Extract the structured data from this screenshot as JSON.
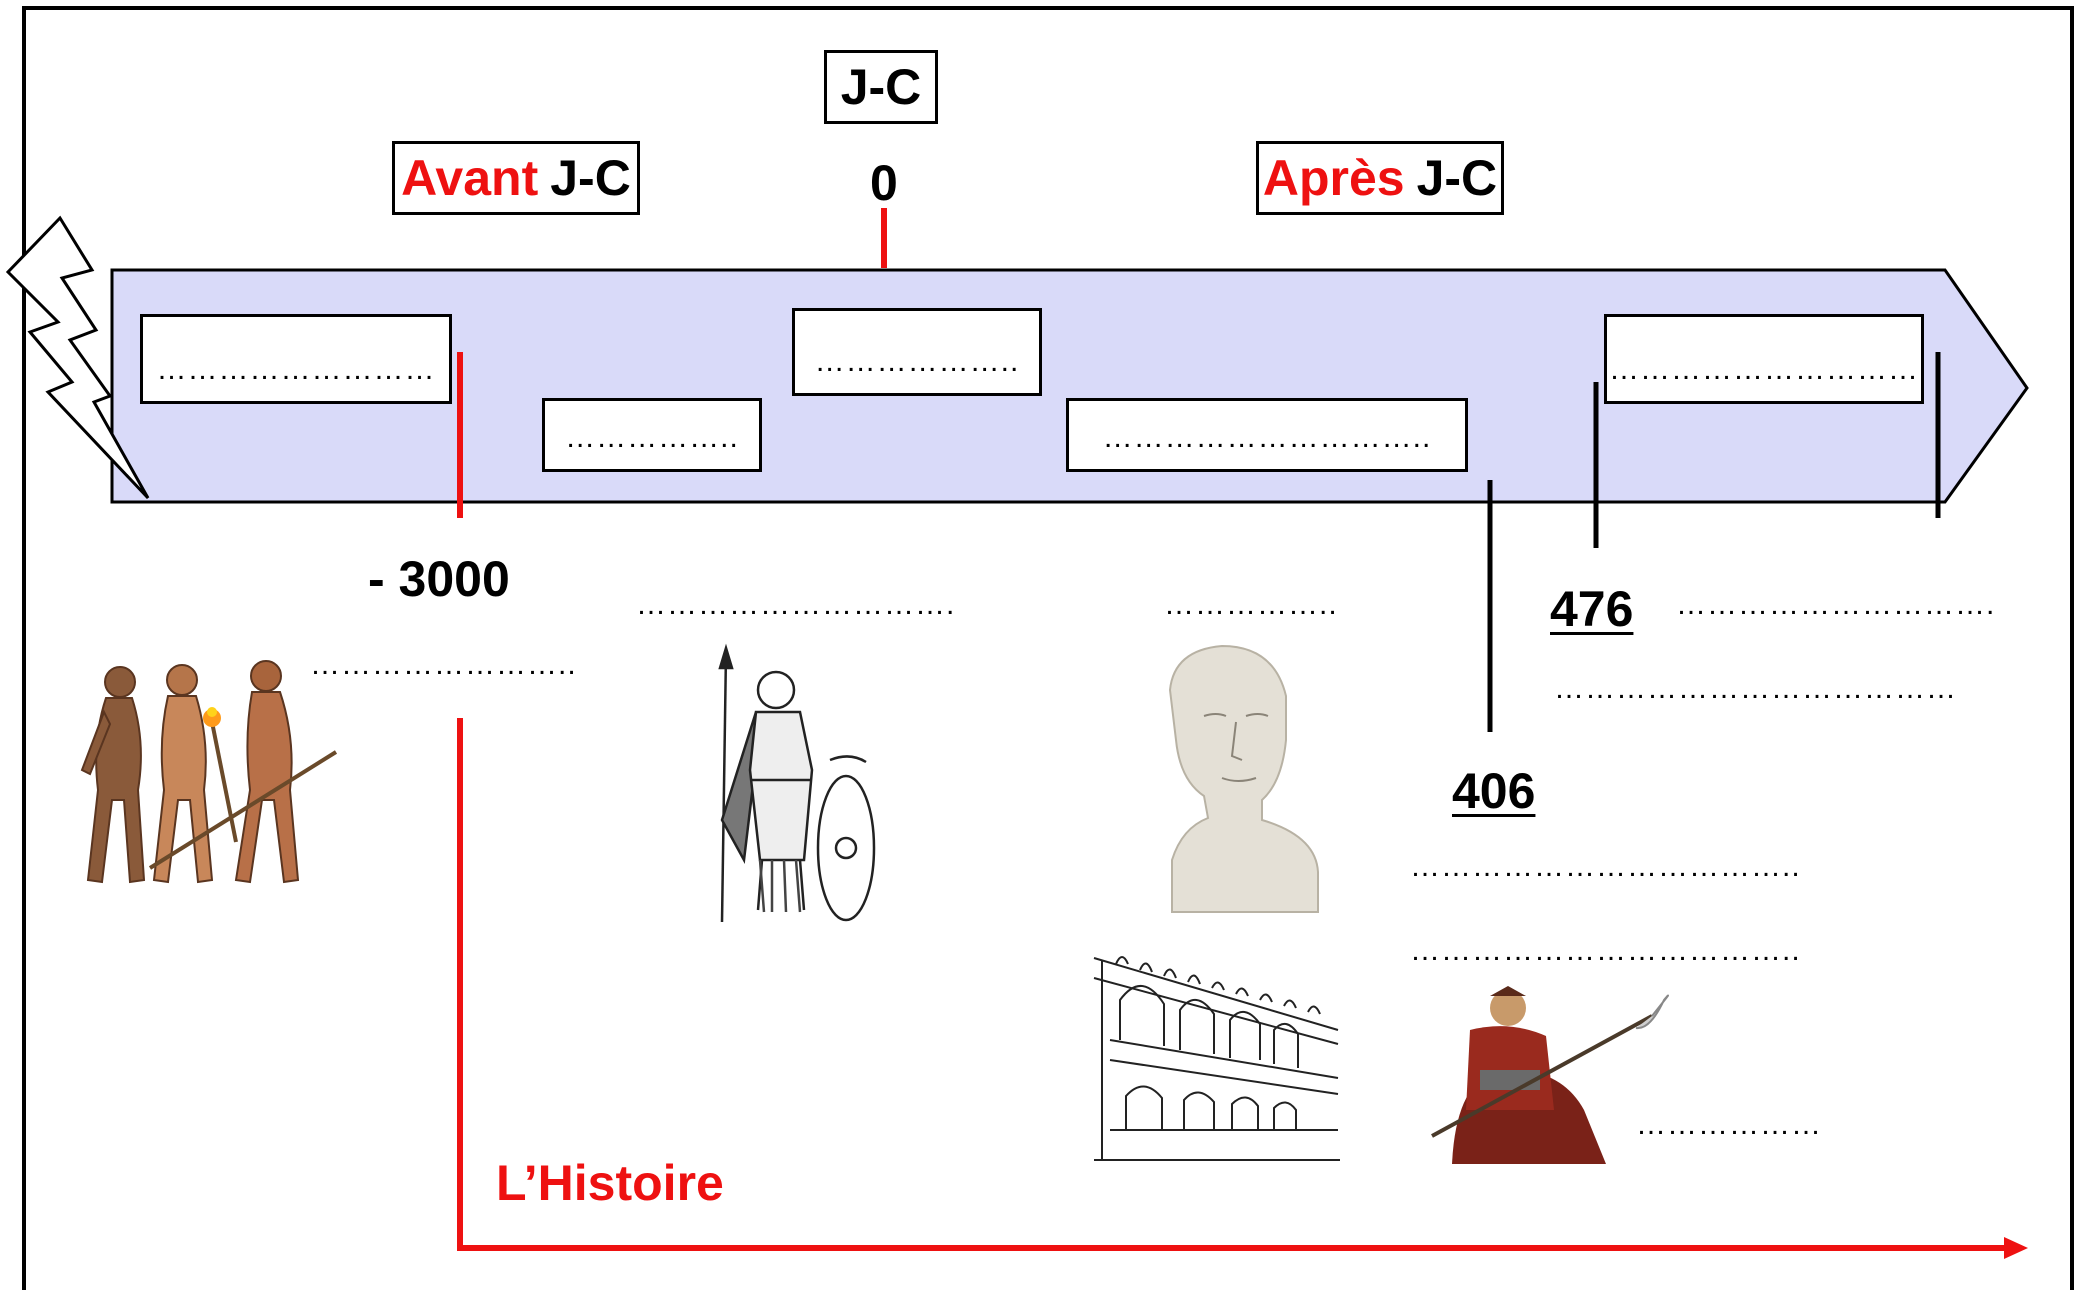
{
  "era_labels": {
    "before": {
      "word": "Avant",
      "suffix": "J-C"
    },
    "after": {
      "word": "Après",
      "suffix": "J-C"
    },
    "center": "J-C",
    "zero": "0"
  },
  "dates": {
    "minus_3000": "- 3000",
    "d406": "406",
    "d476": "476"
  },
  "timeline_boxes": [
    "………………………",
    "……………..",
    "………………..",
    "…………………………..",
    "…………………………"
  ],
  "blanks": {
    "prehistory": "……………………..",
    "antiquity_gaul": "………………………….",
    "roman": "……………..",
    "after_476_line1": "………………………….",
    "after_476_line2": "…………………………………",
    "after_406_line1": "………………………………..",
    "after_406_line2": "………………………………..",
    "barbarian": "………………"
  },
  "history_label": "L’Histoire",
  "colors": {
    "band": "#d9daf9",
    "red": "#ee1111",
    "black": "#000000"
  },
  "icons": [
    "lightning-bolt-icon",
    "human-evolution-picture",
    "gaul-warrior-picture",
    "roman-bust-picture",
    "aqueduct-picture",
    "barbarian-horseman-picture"
  ]
}
